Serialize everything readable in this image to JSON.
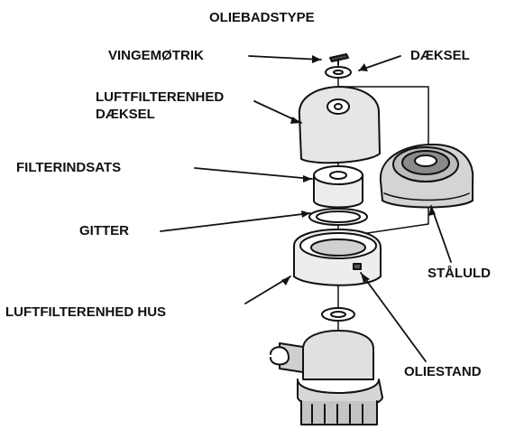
{
  "diagram": {
    "title": "OLIEBADSTYPE",
    "labels": {
      "wing_nut": "VINGEMØTRIK",
      "cover": "DÆKSEL",
      "air_filter_cover_line1": "LUFTFILTERENHED",
      "air_filter_cover_line2": "DÆKSEL",
      "filter_element": "FILTERINDSATS",
      "screen": "GITTER",
      "steel_wool": "STÅLULD",
      "air_filter_housing": "LUFTFILTERENHED HUS",
      "oil_level": "OLIESTAND"
    }
  }
}
